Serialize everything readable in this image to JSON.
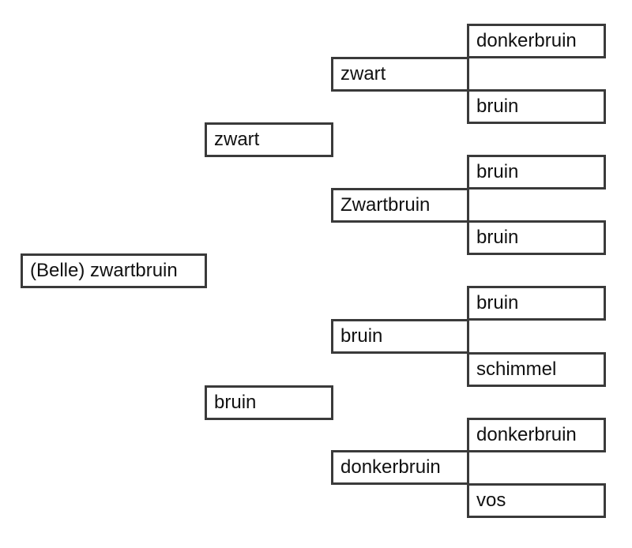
{
  "pedigree": {
    "subject": "(Belle) zwartbruin",
    "sire": {
      "color": "zwart",
      "sire": {
        "color": "zwart",
        "sire": "donkerbruin",
        "dam": "bruin"
      },
      "dam": {
        "color": "Zwartbruin",
        "sire": "bruin",
        "dam": "bruin"
      }
    },
    "dam": {
      "color": "bruin",
      "sire": {
        "color": "bruin",
        "sire": "bruin",
        "dam": "schimmel"
      },
      "dam": {
        "color": "donkerbruin",
        "sire": "donkerbruin",
        "dam": "vos"
      }
    }
  }
}
